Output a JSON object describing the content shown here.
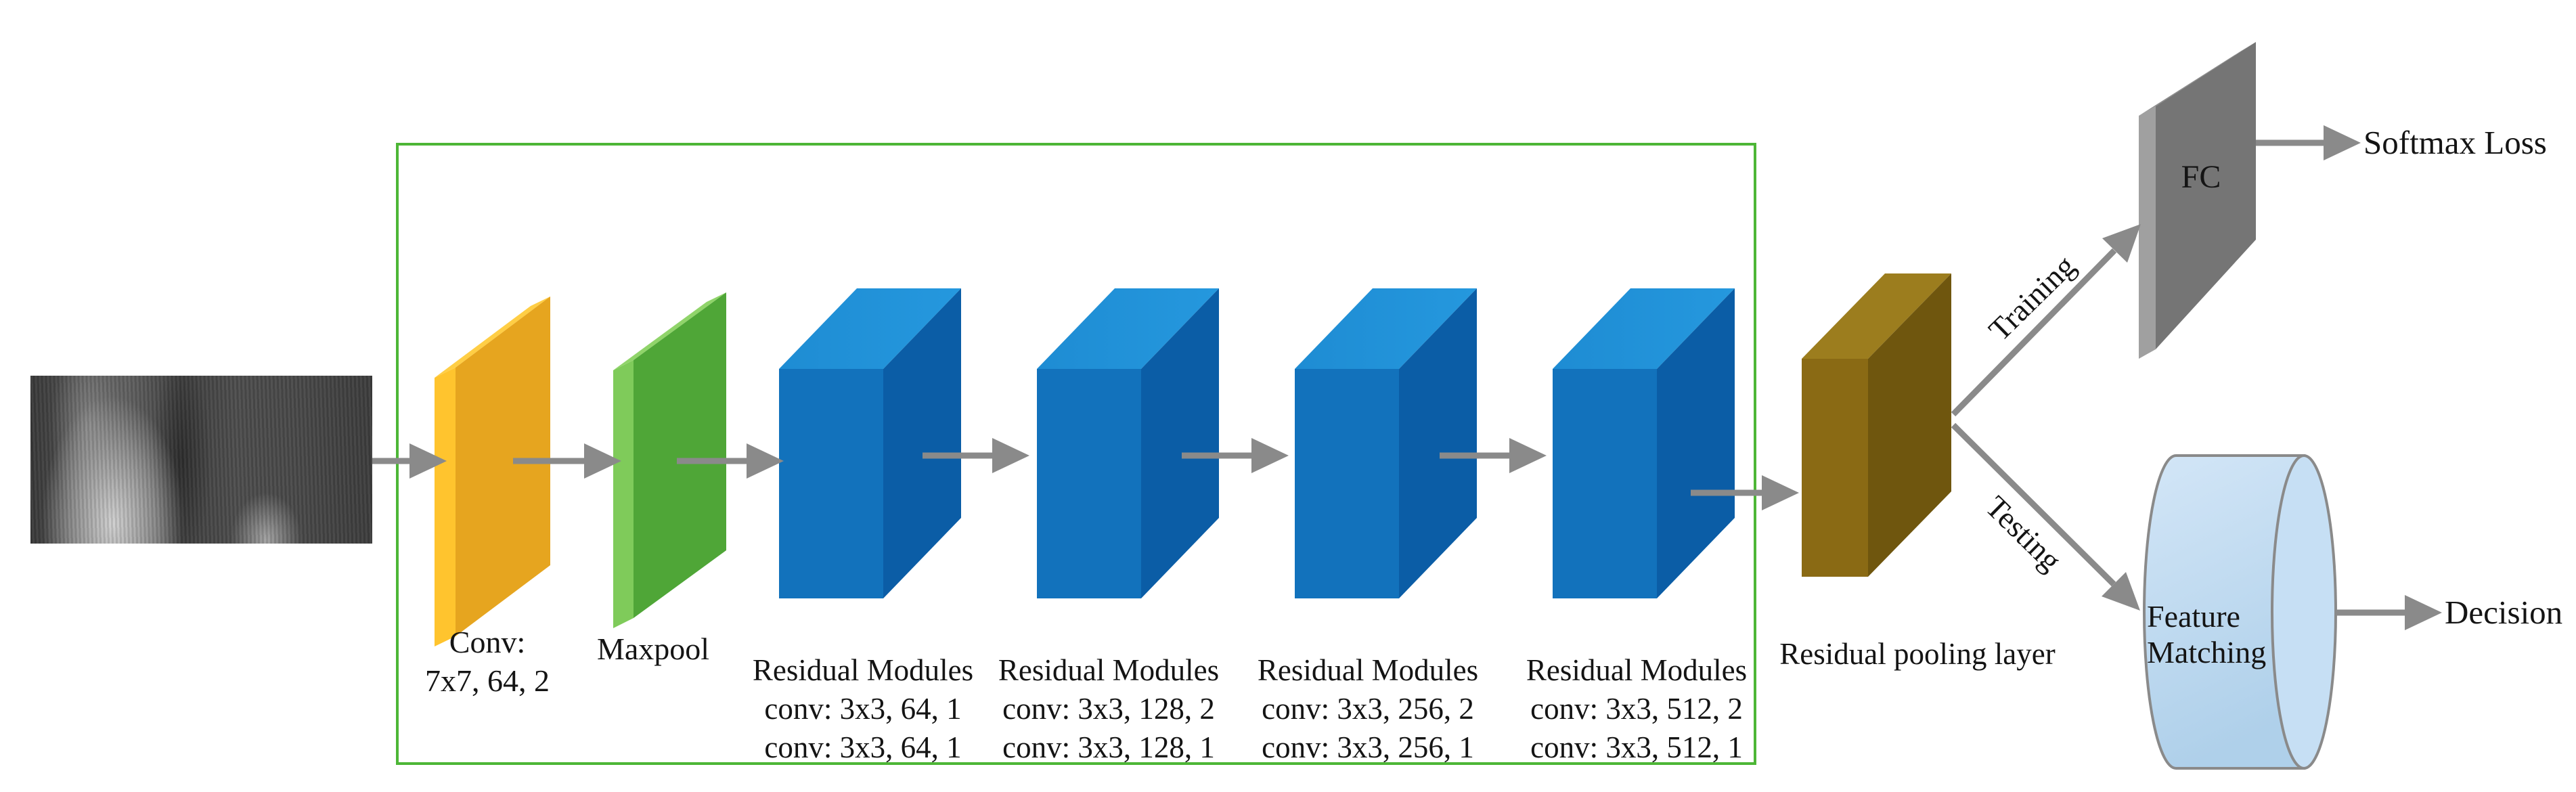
{
  "labels": {
    "conv": {
      "line1": "Conv:",
      "line2": "7x7, 64, 2"
    },
    "maxpool": "Maxpool",
    "modules": [
      {
        "title": "Residual Modules",
        "conv1": "conv: 3x3, 64, 1",
        "conv2": "conv: 3x3, 64, 1"
      },
      {
        "title": "Residual Modules",
        "conv1": "conv: 3x3, 128, 2",
        "conv2": "conv: 3x3, 128, 1"
      },
      {
        "title": "Residual Modules",
        "conv1": "conv: 3x3, 256, 2",
        "conv2": "conv: 3x3, 256, 1"
      },
      {
        "title": "Residual Modules",
        "conv1": "conv: 3x3, 512, 2",
        "conv2": "conv: 3x3, 512, 1"
      }
    ],
    "pooling": "Residual pooling layer",
    "fc": "FC",
    "training": "Training",
    "testing": "Testing",
    "softmax": "Softmax Loss",
    "feature_matching": {
      "line1": "Feature",
      "line2": "Matching"
    },
    "decision": "Decision"
  },
  "colors": {
    "conv_face": "#E6A51F",
    "conv_edge": "#FFC42E",
    "maxpool_face": "#4FA637",
    "maxpool_edge": "#7FCB5A",
    "residual_front": "#1272BC",
    "residual_top": "#1E8CD3",
    "residual_side": "#0B5DA6",
    "pooling_front": "#8A6A14",
    "pooling_top": "#9C7D1E",
    "pooling_side": "#6F560E",
    "fc_face": "#757575",
    "fc_edge": "#A0A0A0",
    "cylinder_fill": "#BDD9F0",
    "cylinder_stroke": "#8A8A8A",
    "arrow": "#8A8A8A",
    "module_box_border": "#4DB636",
    "text": "#141414"
  }
}
